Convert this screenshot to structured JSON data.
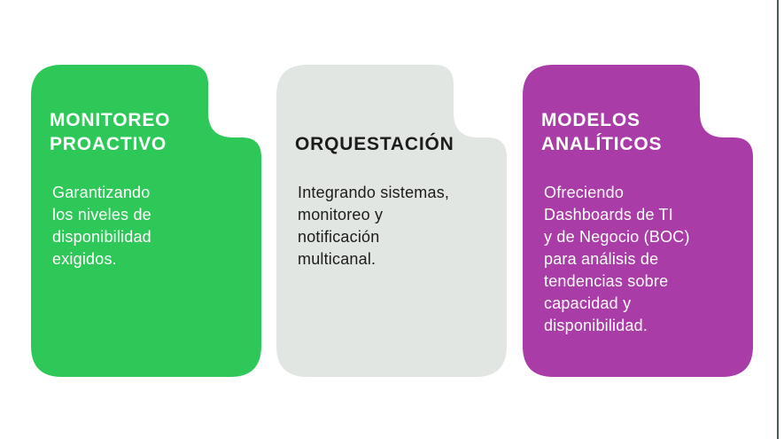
{
  "page": {
    "background_color": "#ffffff",
    "edge_line_color": "#46604f"
  },
  "cards": [
    {
      "id": "monitoreo-proactivo",
      "title": "MONITOREO\nPROACTIVO",
      "body": "Garantizando\nlos niveles de\ndisponibilidad\nexigidos.",
      "bg_color": "#2dc857",
      "text_color": "#ffffff"
    },
    {
      "id": "orquestacion",
      "title": "ORQUESTACIÓN",
      "body": "Integrando sistemas,\nmonitoreo y\nnotificación\nmulticanal.",
      "bg_color": "#e1e6e2",
      "text_color": "#1c1c1c"
    },
    {
      "id": "modelos-analiticos",
      "title": "MODELOS\nANALÍTICOS",
      "body": "Ofreciendo\nDashboards de TI\ny de Negocio (BOC)\npara análisis de\ntendencias sobre\ncapacidad y\ndisponibilidad.",
      "bg_color": "#aa3ca8",
      "text_color": "#ffffff"
    }
  ]
}
